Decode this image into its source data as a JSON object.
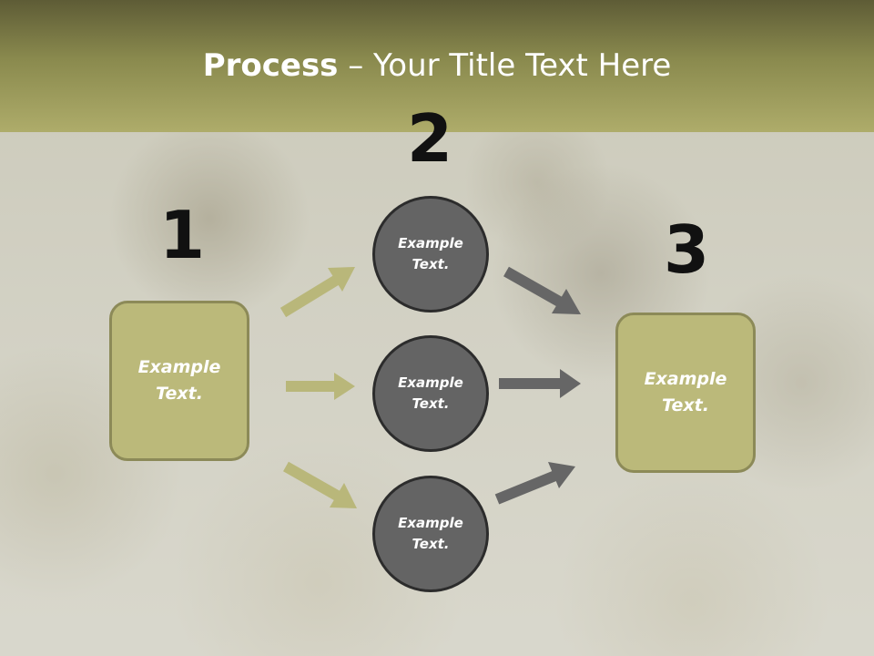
{
  "slide": {
    "title_bold": "Process",
    "title_rest": " – Your Title Text Here"
  },
  "steps": [
    {
      "number": "1",
      "box_text": "Example Text."
    },
    {
      "number": "2",
      "circles": [
        "Example Text.",
        "Example Text.",
        "Example Text."
      ]
    },
    {
      "number": "3",
      "box_text": "Example Text."
    }
  ],
  "colors": {
    "header_top": "#5e5c36",
    "header_bottom": "#aeac6a",
    "box_fill": "#bbb97a",
    "box_border": "#8c8a58",
    "circle_fill": "#646464",
    "circle_border": "#2c2c2c",
    "left_arrow": "#b9b77a",
    "right_arrow": "#666666"
  }
}
